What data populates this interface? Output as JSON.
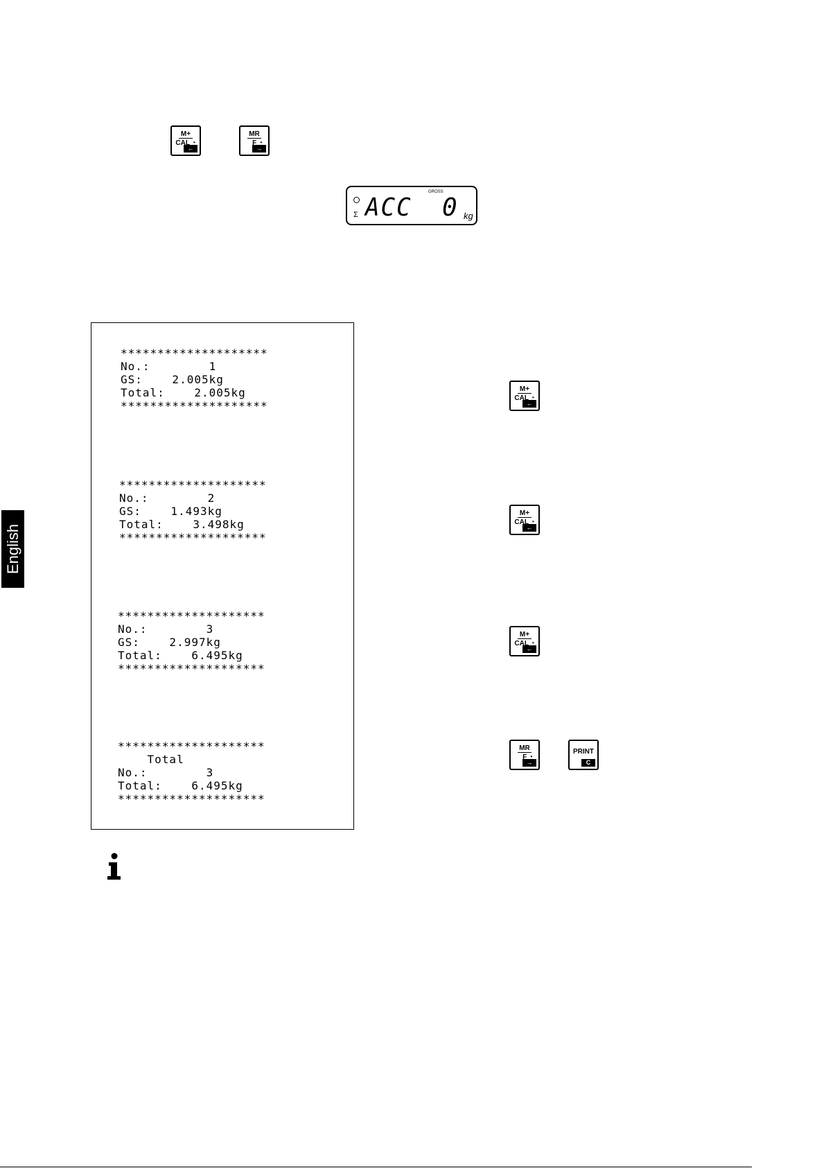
{
  "top_keys": [
    {
      "name": "m-plus-cal-key",
      "top": "M+",
      "bottom": "CAL",
      "tab": "←"
    },
    {
      "name": "mr-f-key",
      "top": "MR",
      "bottom": "F",
      "tab": "→"
    }
  ],
  "display": {
    "gross": "GROSS",
    "sigma": "Σ",
    "text": "ACC",
    "value": "0",
    "unit": "kg"
  },
  "printout": {
    "block1": "********************\nNo.:        1\nGS:    2.005kg\nTotal:    2.005kg\n********************",
    "block2": "********************\nNo.:        2\nGS:    1.493kg\nTotal:    3.498kg\n********************",
    "block3": "********************\nNo.:        3\nGS:    2.997kg\nTotal:    6.495kg\n********************",
    "block4": "********************\n    Total\nNo.:        3\nTotal:    6.495kg\n********************"
  },
  "side_keys": {
    "m_plus": {
      "top": "M+",
      "bottom": "CAL",
      "tab": "←"
    },
    "mr": {
      "top": "MR",
      "bottom": "F",
      "tab": "→"
    },
    "print": {
      "label": "PRINT",
      "tab": "C"
    }
  },
  "language_tab": "English"
}
